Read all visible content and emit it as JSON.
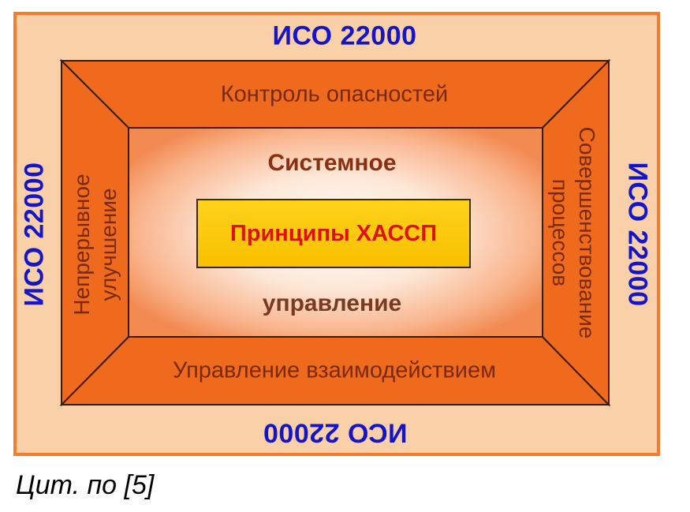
{
  "diagram": {
    "iso_label": "ИСО 22000",
    "frame_top": "Контроль опасностей",
    "frame_bottom": "Управление взаимодействием",
    "frame_left": [
      "Непрерывное",
      "улучшение"
    ],
    "frame_right": [
      "Совершенствование",
      "процессов"
    ],
    "center_top": "Системное",
    "center_bottom": "управление",
    "core": "Принципы ХАССП"
  },
  "caption": "Цит. по [5]",
  "colors": {
    "iso_text": "#1414c8",
    "frame_fill": "#f06a1e",
    "outer_fill": "#fad0a8",
    "core_fill": "#ffd21a",
    "core_text": "#e01010"
  }
}
